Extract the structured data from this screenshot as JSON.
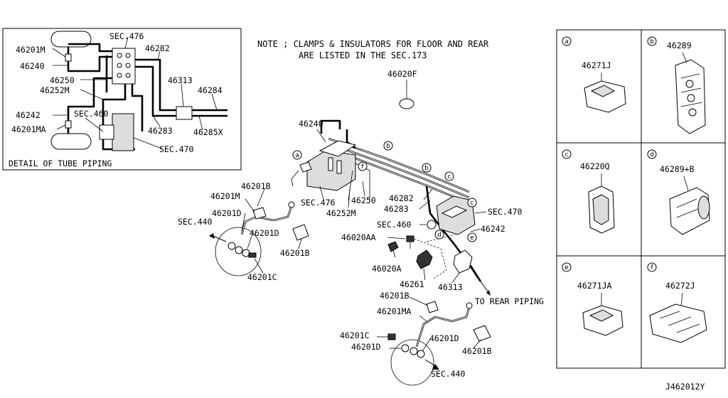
{
  "note": {
    "line1": "NOTE ; CLAMPS & INSULATORS FOR FLOOR AND REAR",
    "line2": "ARE LISTED IN THE SEC.173"
  },
  "detail": {
    "title": "DETAIL OF TUBE PIPING",
    "labels": {
      "sec476": "SEC.476",
      "p46201m": "46201M",
      "p46282": "46282",
      "p46240": "46240",
      "p46313": "46313",
      "p46250": "46250",
      "p46284": "46284",
      "p46252m": "46252M",
      "p46242": "46242",
      "sec460": "SEC.460",
      "p46201ma": "46201MA",
      "p46283": "46283",
      "p46285x": "46285X",
      "sec470": "SEC.470"
    }
  },
  "main": {
    "labels": {
      "p46020f": "46020F",
      "p46240": "46240",
      "sec476": "SEC.476",
      "p46252m": "46252M",
      "p46250": "46250",
      "p46282": "46282",
      "p46283": "46283",
      "sec470": "SEC.470",
      "sec460": "SEC.460",
      "p46242": "46242",
      "p46020aa": "46020AA",
      "p46020a": "46020A",
      "p46261": "46261",
      "p46313": "46313",
      "to_rear": "TO REAR PIPING",
      "f_46201b_top": "46201B",
      "f_46201m": "46201M",
      "f_46201d_a": "46201D",
      "f_sec440": "SEC.440",
      "f_46201d_b": "46201D",
      "f_46201b_bot": "46201B",
      "f_46201c": "46201C",
      "r_46201b_top": "46201B",
      "r_46201ma": "46201MA",
      "r_46201c": "46201C",
      "r_46201d_a": "46201D",
      "r_46201d_b": "46201D",
      "r_46201b_bot": "46201B",
      "r_sec440": "SEC.440"
    }
  },
  "callouts": {
    "a": "a",
    "b": "b",
    "c": "c",
    "d": "d",
    "e": "e",
    "f": "f"
  },
  "legend": [
    {
      "letter": "a",
      "part": "46271J"
    },
    {
      "letter": "b",
      "part": "46289"
    },
    {
      "letter": "c",
      "part": "46220Q"
    },
    {
      "letter": "d",
      "part": "46289+B"
    },
    {
      "letter": "e",
      "part": "46271JA"
    },
    {
      "letter": "f",
      "part": "46272J"
    }
  ],
  "diagram_id": "J462012Y"
}
